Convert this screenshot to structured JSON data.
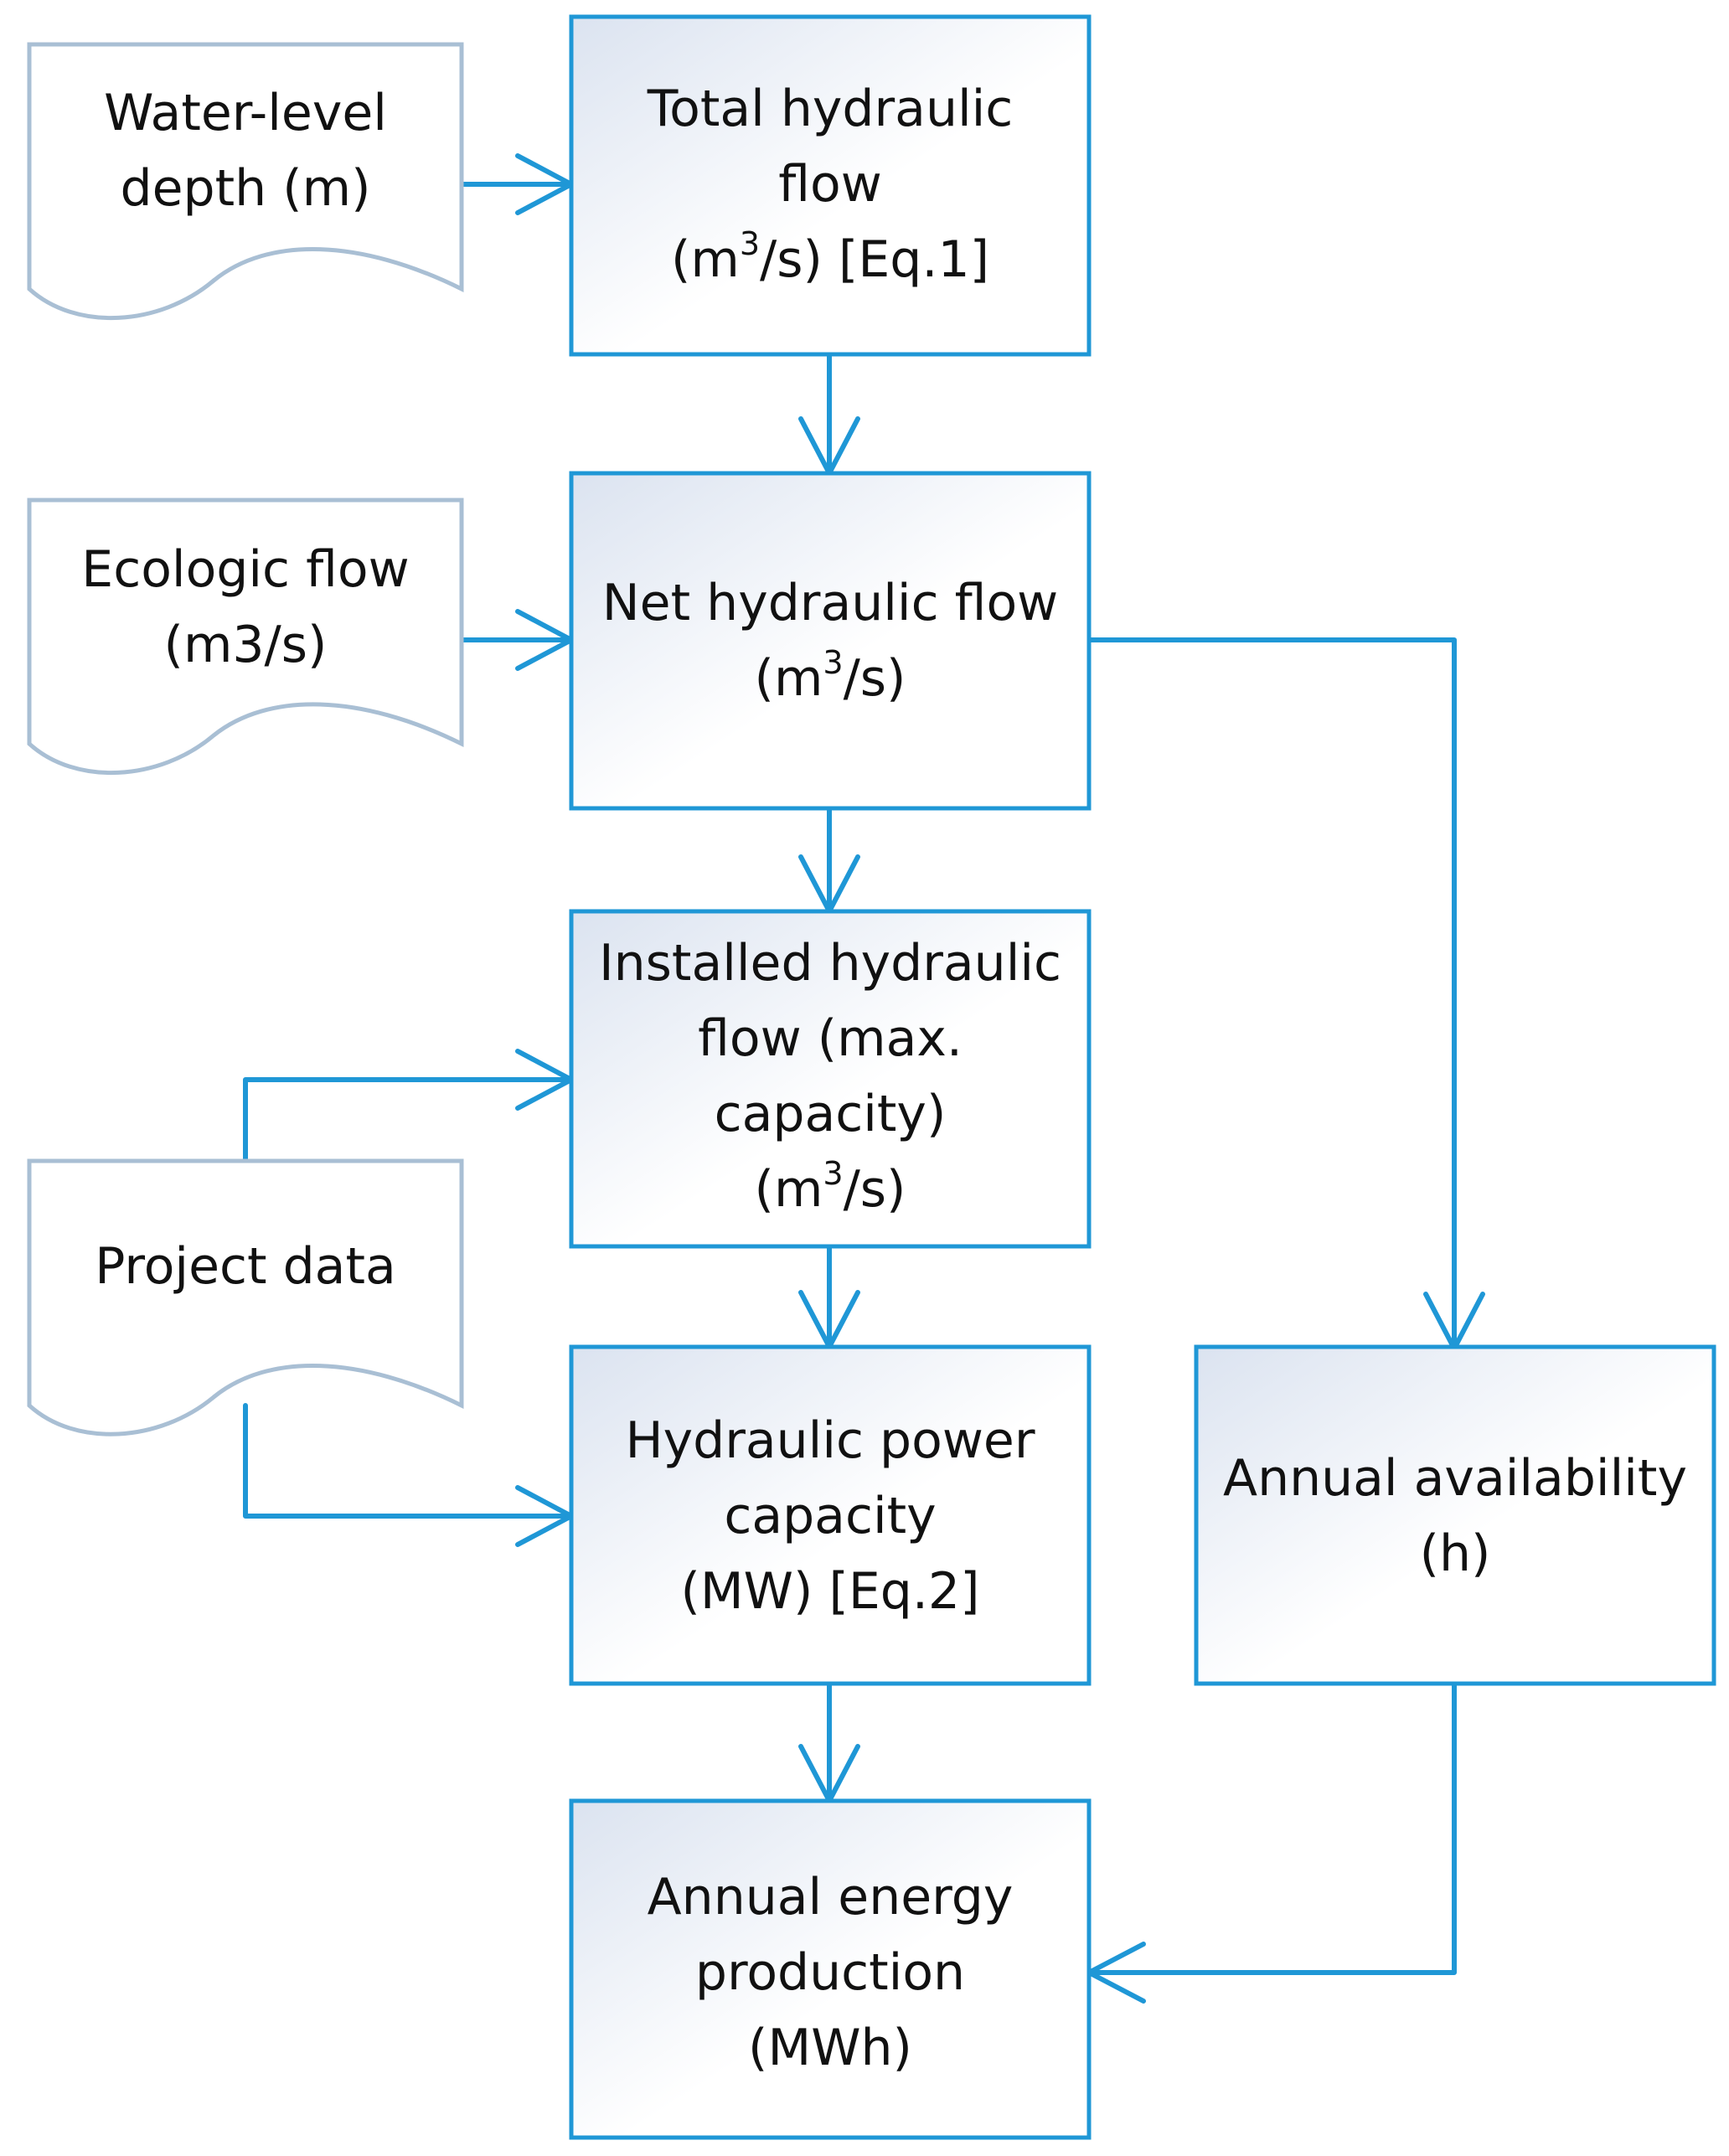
{
  "colors": {
    "process_border": "#1f97d6",
    "data_border": "#a9bfd4",
    "connector": "#1f97d6",
    "box_fill_light": "#ffffff",
    "box_fill_dark": "#dbe3f0",
    "text": "#111111"
  },
  "nodes": {
    "water_level": {
      "line1": "Water-level",
      "line2": "depth (m)"
    },
    "total_flow": {
      "line1": "Total hydraulic",
      "line2": "flow",
      "line3_pre": "(m",
      "line3_sup": "3",
      "line3_post": "/s) [Eq.1]"
    },
    "ecologic_flow": {
      "line1": "Ecologic flow",
      "line2": "(m3/s)"
    },
    "net_flow": {
      "line1": "Net hydraulic flow",
      "line2_pre": "(m",
      "line2_sup": "3",
      "line2_post": "/s)"
    },
    "installed_flow": {
      "line1": "Installed hydraulic",
      "line2": "flow (max.",
      "line3": "capacity)",
      "line4_pre": "(m",
      "line4_sup": "3",
      "line4_post": "/s)"
    },
    "project_data": {
      "line1": "Project data"
    },
    "power_capacity": {
      "line1": "Hydraulic power",
      "line2": "capacity",
      "line3": "(MW) [Eq.2]"
    },
    "annual_availability": {
      "line1": "Annual availability",
      "line2": "(h)"
    },
    "annual_energy": {
      "line1": "Annual energy",
      "line2": "production",
      "line3": "(MWh)"
    }
  }
}
